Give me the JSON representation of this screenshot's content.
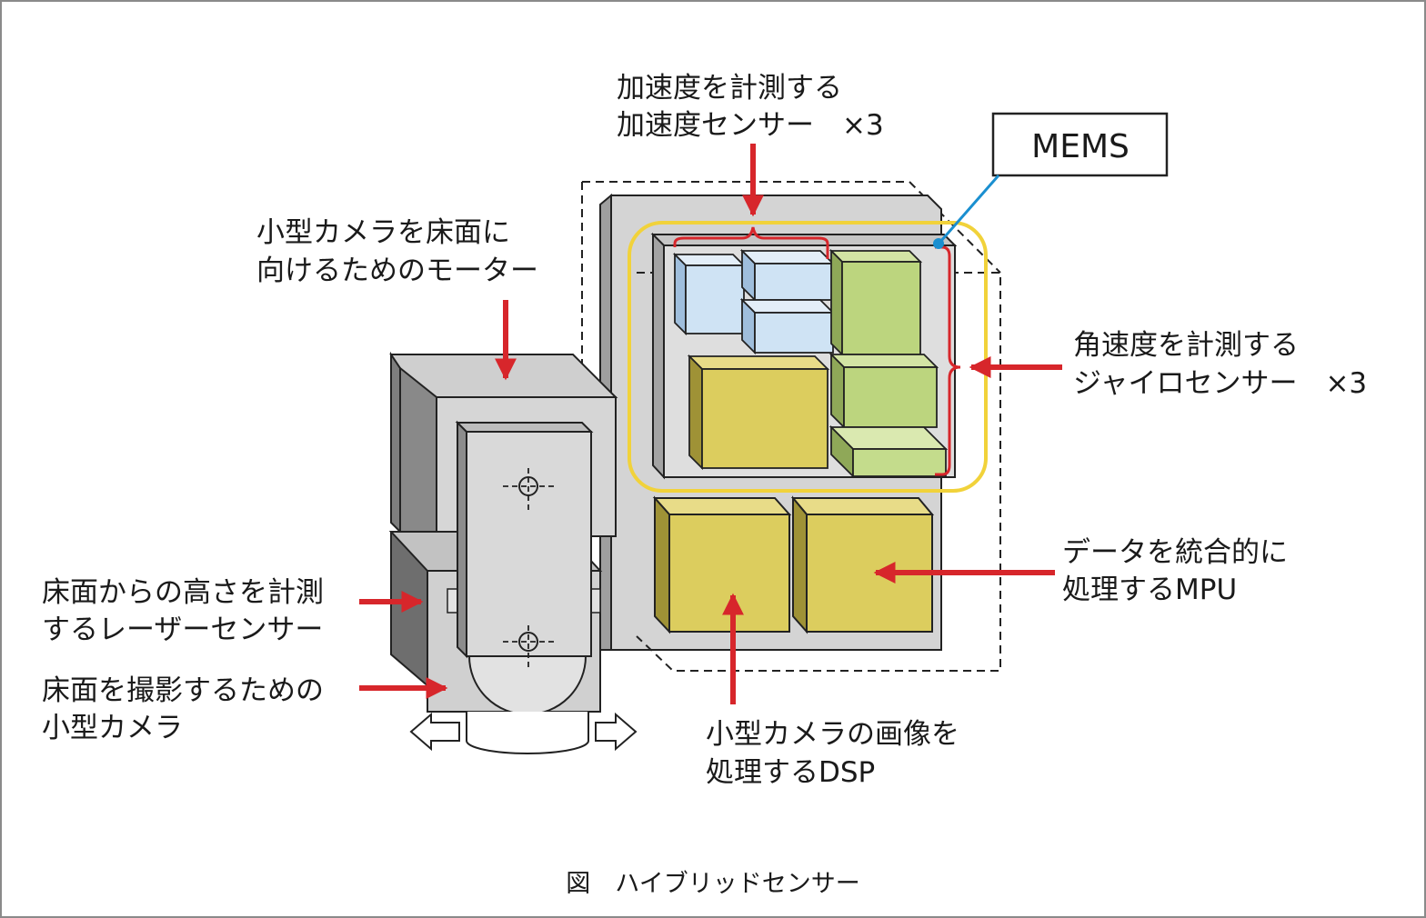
{
  "labels": {
    "accel_line1": "加速度を計測する",
    "accel_line2": "加速度センサー　×3",
    "mems": "MEMS",
    "motor_line1": "小型カメラを床面に",
    "motor_line2": "向けるためのモーター",
    "gyro_line1": "角速度を計測する",
    "gyro_line2": "ジャイロセンサー　×3",
    "laser_line1": "床面からの高さを計測",
    "laser_line2": "するレーザーセンサー",
    "camera_line1": "床面を撮影するための",
    "camera_line2": "小型カメラ",
    "mpu_line1": "データを統合的に",
    "mpu_line2": "処理するMPU",
    "dsp_line1": "小型カメラの画像を",
    "dsp_line2": "処理するDSP"
  },
  "caption": "図　ハイブリッドセンサー",
  "colors": {
    "arrow": "#d7262b",
    "mems_outline": "#f1d23a",
    "mems_pointer": "#1a8fd0",
    "accel_sensor": "#cfe3f4",
    "gyro_sensor": "#bcd57e",
    "chip_yellow": "#dccd5e",
    "body_gray": "#d4d4d4"
  }
}
